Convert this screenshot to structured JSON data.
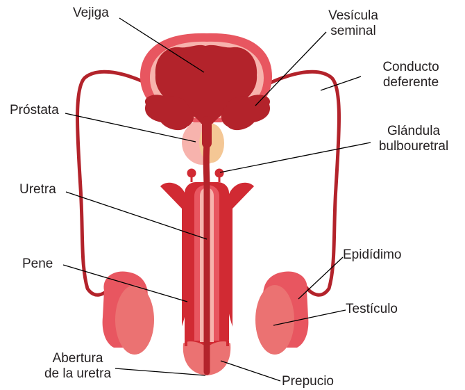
{
  "labels": {
    "vejiga": "Vejiga",
    "vesicula_1": "Vesícula",
    "vesicula_2": "seminal",
    "conducto_1": "Conducto",
    "conducto_2": "deferente",
    "prostata": "Próstata",
    "glandula_1": "Glándula",
    "glandula_2": "bulbouretral",
    "uretra": "Uretra",
    "pene": "Pene",
    "epididimo": "Epidídimo",
    "testiculo": "Testículo",
    "abertura_1": "Abertura",
    "abertura_2": "de la uretra",
    "prepucio": "Prepucio"
  },
  "colors": {
    "dark_red": "#b3232b",
    "red": "#d12a33",
    "light_red": "#e85660",
    "pink": "#eb7272",
    "pale_pink": "#f7b3ad",
    "prostate_yellow": "#f4c795",
    "leader_line": "#000000"
  }
}
